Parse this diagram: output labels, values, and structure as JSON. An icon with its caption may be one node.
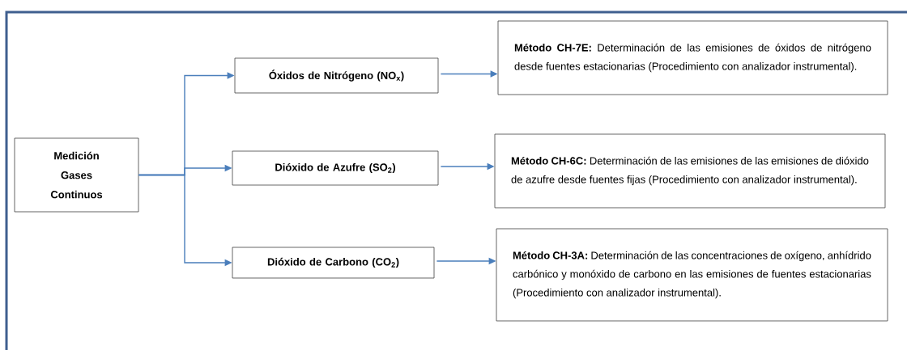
{
  "diagram": {
    "nodes": [
      {
        "text": [
          "Medición Gases Continuos"
        ]
      },
      {
        "text": [
          "Óxidos de Nitrógeno (NO$_{x}$)"
        ]
      },
      {
        "text": [
          "Dióxido de Azufre (SO$_{2}$)"
        ]
      },
      {
        "text": [
          "Dióxido de Carbono (CO$_{2}$)"
        ]
      },
      {
        "text": [
          "**Método CH-7E:** Determinación de las emisiones de óxidos de nitrógeno desde fuentes estacionarias (Procedimiento con analizador instrumental)."
        ]
      },
      {
        "text": [
          "**Método CH-6C:** Determinación de las emisiones de las emisiones de dióxido de azufre desde fuentes fijas (Procedimiento con analizador instrumental)."
        ]
      },
      {
        "text": [
          "**Método CH-3A:** Determinación de las concentraciones de oxígeno, anhídrido carbónico y monóxido de carbono en las emisiones de fuentes estacionarias (Procedimiento con analizador instrumental)."
        ]
      }
    ],
    "edges": [
      {
        "from": 0,
        "to": 1,
        "arrow": "to"
      },
      {
        "from": 0,
        "to": 2,
        "arrow": "to"
      },
      {
        "from": 0,
        "to": 3,
        "arrow": "to"
      },
      {
        "from": 1,
        "to": 4,
        "arrow": "to"
      },
      {
        "from": 2,
        "to": 5,
        "arrow": "to"
      },
      {
        "from": 3,
        "to": 6,
        "arrow": "to"
      }
    ]
  }
}
